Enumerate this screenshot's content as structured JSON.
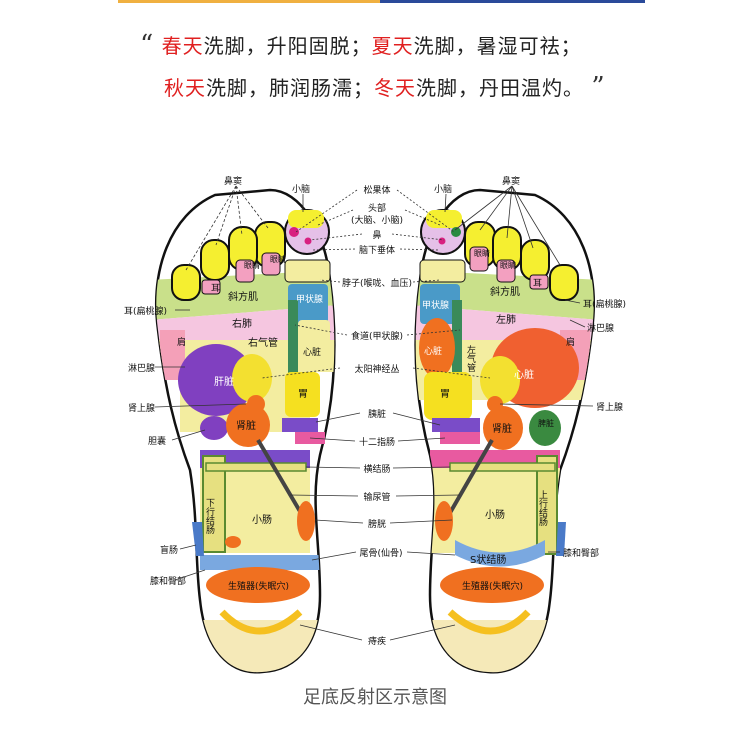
{
  "poem": {
    "open_quote": "“",
    "close_quote": "”",
    "line1": [
      {
        "text": "春天",
        "hl": true
      },
      {
        "text": "洗脚，升阳固脱；",
        "hl": false
      },
      {
        "text": "夏天",
        "hl": true
      },
      {
        "text": "洗脚，暑湿可祛；",
        "hl": false
      }
    ],
    "line2": [
      {
        "text": "秋天",
        "hl": true
      },
      {
        "text": "洗脚，肺润肠濡；",
        "hl": false
      },
      {
        "text": "冬天",
        "hl": true
      },
      {
        "text": "洗脚，丹田温灼。",
        "hl": false
      }
    ]
  },
  "caption": "足底反射区示意图",
  "colors": {
    "highlight": "#e02020",
    "bar_left": "#f0b040",
    "bar_right": "#2a4a9a"
  },
  "left_foot": {
    "nose_sinus": "鼻窦",
    "cerebellum": "小脑",
    "ear_tonsil": "耳(扁桃腺)",
    "shoulder": "肩",
    "lymph": "淋巴腺",
    "adrenal": "肾上腺",
    "gallbladder": "胆囊",
    "caecum": "盲肠",
    "knee_hip": "膝和臀部",
    "ear": "耳",
    "eye1": "眼睛",
    "eye2": "眼睛",
    "trapezius": "斜方肌",
    "right_lung": "右肺",
    "right_bronchus": "右气管",
    "liver": "肝脏",
    "kidney": "肾脏",
    "heart": "心脏",
    "stomach": "胃",
    "small_intestine": "小肠",
    "descending_colon": "下行结肠",
    "thyroid": "甲状腺",
    "genital": "生殖器(失眠穴)"
  },
  "center_labels": [
    "松果体",
    "头部",
    "(大脑、小脑)",
    "鼻",
    "脑下垂体",
    "脖子(喉咙、血压)",
    "食道(甲状腺)",
    "太阳神经丛",
    "胰脏",
    "十二指肠",
    "横结肠",
    "输尿管",
    "膀胱",
    "尾骨(仙骨)",
    "痔疾"
  ],
  "right_foot": {
    "nose_sinus": "鼻窦",
    "cerebellum": "小脑",
    "ear_tonsil": "耳(扁桃腺)",
    "lymph": "淋巴腺",
    "shoulder": "肩",
    "adrenal": "肾上腺",
    "knee_hip": "膝和臀部",
    "ear": "耳",
    "eye1": "眼睛",
    "eye2": "眼睛",
    "trapezius": "斜方肌",
    "thyroid": "甲状腺",
    "left_lung": "左肺",
    "left_bronchus": "左气管",
    "heart_inner": "心脏",
    "heart": "心脏",
    "stomach": "胃",
    "kidney": "肾脏",
    "spleen": "脾脏",
    "small_intestine": "小肠",
    "ascending_colon": "上行结肠",
    "s_colon": "S状结肠",
    "genital": "生殖器(失眠穴)"
  }
}
